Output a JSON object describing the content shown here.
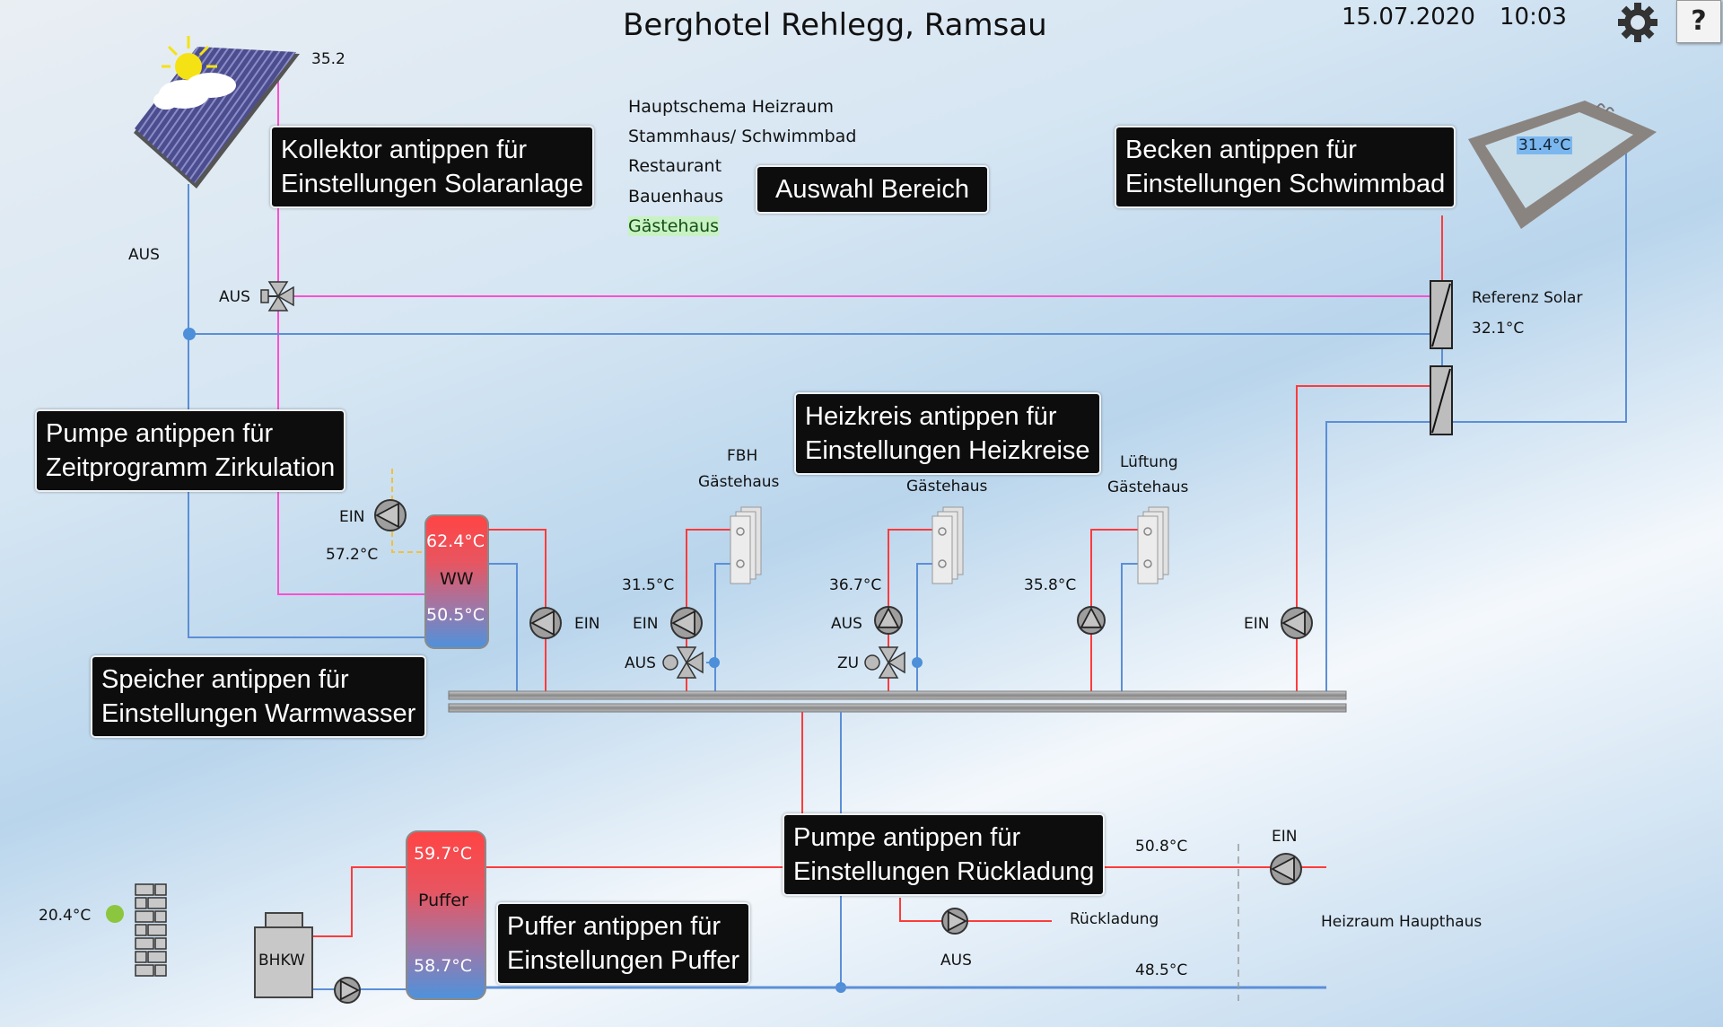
{
  "header": {
    "title": "Berghotel Rehlegg, Ramsau",
    "date": "15.07.2020",
    "time": "10:03",
    "settings_icon": "gear-icon",
    "help_label": "?"
  },
  "navigation": {
    "items": [
      {
        "label": "Hauptschema Heizraum",
        "active": false
      },
      {
        "label": "Stammhaus/ Schwimmbad",
        "active": false
      },
      {
        "label": "Restaurant",
        "active": false
      },
      {
        "label": "Bauenhaus",
        "active": false
      },
      {
        "label": "Gästehaus",
        "active": true
      }
    ],
    "area_select_label": "Auswahl Bereich"
  },
  "hints": {
    "solar": "Kollektor antippen für\nEinstellungen Solaranlage",
    "pool": "Becken antippen für\nEinstellungen Schwimmbad",
    "circulation": "Pumpe antippen für\nZeitprogramm Zirkulation",
    "heating": "Heizkreis antippen für\nEinstellungen Heizkreise",
    "dhw": "Speicher antippen für\nEinstellungen Warmwasser",
    "recharge": "Pumpe antippen für\nEinstellungen Rückladung",
    "buffer": "Puffer antippen für\nEinstellungen Puffer"
  },
  "solar": {
    "collector_temp": "35.2",
    "pump_status": "AUS",
    "valve_status": "AUS"
  },
  "pool": {
    "temp": "31.4°C",
    "reference_label": "Referenz Solar",
    "reference_temp": "32.1°C",
    "pump_status": "EIN"
  },
  "dhw": {
    "tank_label": "WW",
    "top_temp": "62.4°C",
    "bottom_temp": "50.5°C",
    "circulation_status": "EIN",
    "circulation_temp": "57.2°C",
    "charge_pump_status": "EIN"
  },
  "heating_circuits": [
    {
      "name_line1": "FBH",
      "name_line2": "Gästehaus",
      "temp": "31.5°C",
      "pump_status": "EIN",
      "mixer_status": "AUS"
    },
    {
      "name_line1": "",
      "name_line2": "Gästehaus",
      "temp": "36.7°C",
      "pump_status": "AUS",
      "mixer_status": "ZU"
    },
    {
      "name_line1": "Lüftung",
      "name_line2": "Gästehaus",
      "temp": "35.8°C",
      "pump_status": ""
    }
  ],
  "buffer": {
    "label": "Puffer",
    "top_temp": "59.7°C",
    "bottom_temp": "58.7°C"
  },
  "chp": {
    "label": "BHKW"
  },
  "outdoor": {
    "temp": "20.4°C",
    "status_color": "#8cc63f"
  },
  "recharge": {
    "label": "Rückladung",
    "pump_status": "AUS",
    "flow_temp": "50.8°C",
    "return_temp": "48.5°C",
    "main_pump_status": "EIN",
    "main_room_label": "Heizraum Haupthaus"
  },
  "colors": {
    "supply": "#ff3b3b",
    "return": "#5b8fd6",
    "solar": "#ff4fd0",
    "circulation": "#f0c040",
    "tooltip_bg": "#0d0d0d"
  }
}
